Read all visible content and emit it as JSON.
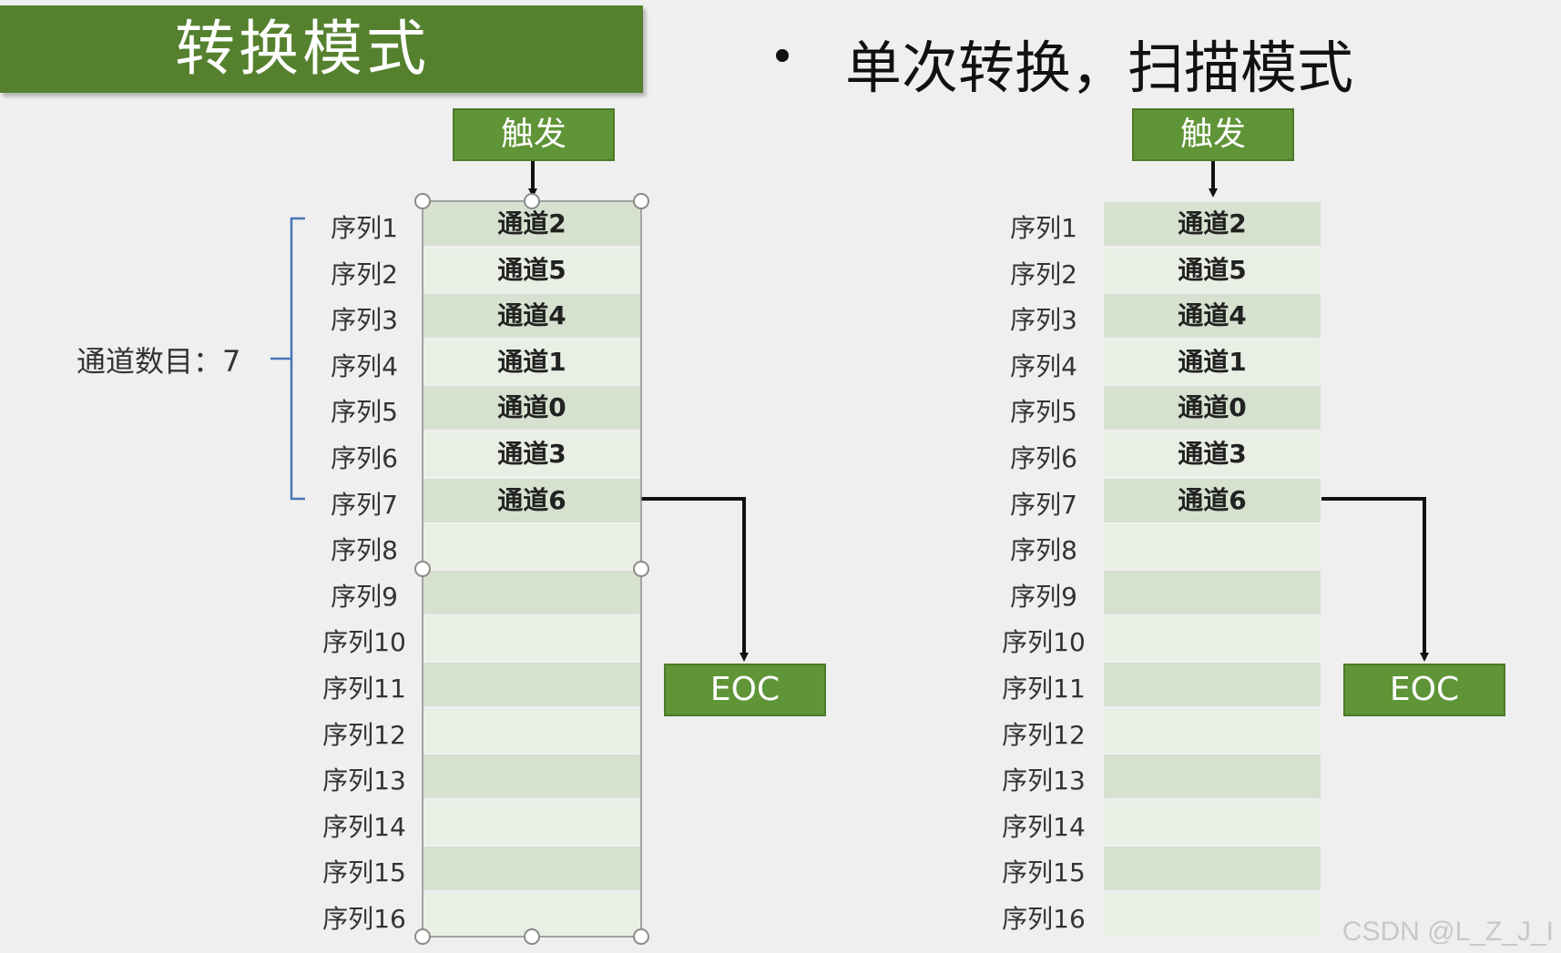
{
  "title": "转换模式",
  "subtitle": "单次转换，扫描模式",
  "trigger_label": "触发",
  "eoc_label": "EOC",
  "channel_count_label": "通道数目：7",
  "sequence_labels": [
    "序列1",
    "序列2",
    "序列3",
    "序列4",
    "序列5",
    "序列6",
    "序列7",
    "序列8",
    "序列9",
    "序列10",
    "序列11",
    "序列12",
    "序列13",
    "序列14",
    "序列15",
    "序列16"
  ],
  "channels": [
    "通道2",
    "通道5",
    "通道4",
    "通道1",
    "通道0",
    "通道3",
    "通道6",
    "",
    "",
    "",
    "",
    "",
    "",
    "",
    "",
    ""
  ],
  "watermark": "CSDN @L_Z_J_I",
  "colors": {
    "title_green": "#55812f",
    "box_green": "#5f9437",
    "row_dark": "#d6e1cf",
    "row_light": "#e9efe4",
    "bracket_blue": "#4a74b8"
  }
}
